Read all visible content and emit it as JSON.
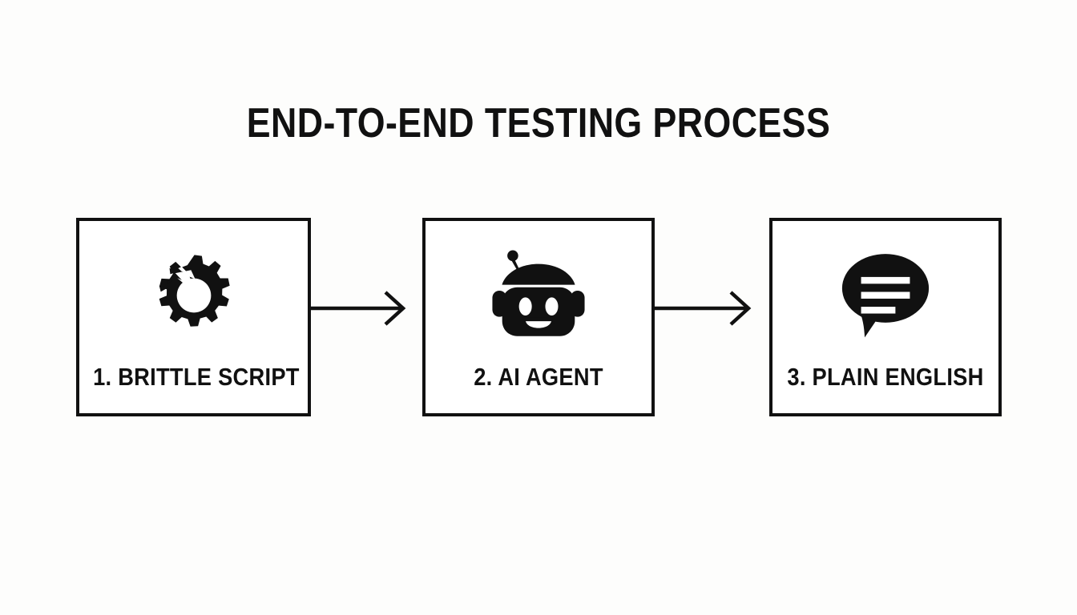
{
  "page": {
    "title": "END-TO-END TESTING PROCESS",
    "background_color": "#fdfdfc",
    "ink_color": "#111111"
  },
  "diagram": {
    "type": "linear-process-flow",
    "orientation": "horizontal",
    "step_count": 3,
    "arrow_count": 2,
    "steps": [
      {
        "index": "1",
        "label": "1. BRITTLE SCRIPT",
        "icon": "broken-gear-icon",
        "icon_description": "cracked gear with shards breaking off"
      },
      {
        "index": "2",
        "label": "2. AI AGENT",
        "icon": "robot-head-icon",
        "icon_description": "smiling robot face with antenna and side ear pieces"
      },
      {
        "index": "3",
        "label": "3. PLAIN ENGLISH",
        "icon": "speech-bubble-icon",
        "icon_description": "speech bubble containing three lines of text"
      }
    ],
    "arrows": [
      {
        "name": "arrow-step1-to-step2",
        "glyph": "→"
      },
      {
        "name": "arrow-step2-to-step3",
        "glyph": "→"
      }
    ]
  }
}
